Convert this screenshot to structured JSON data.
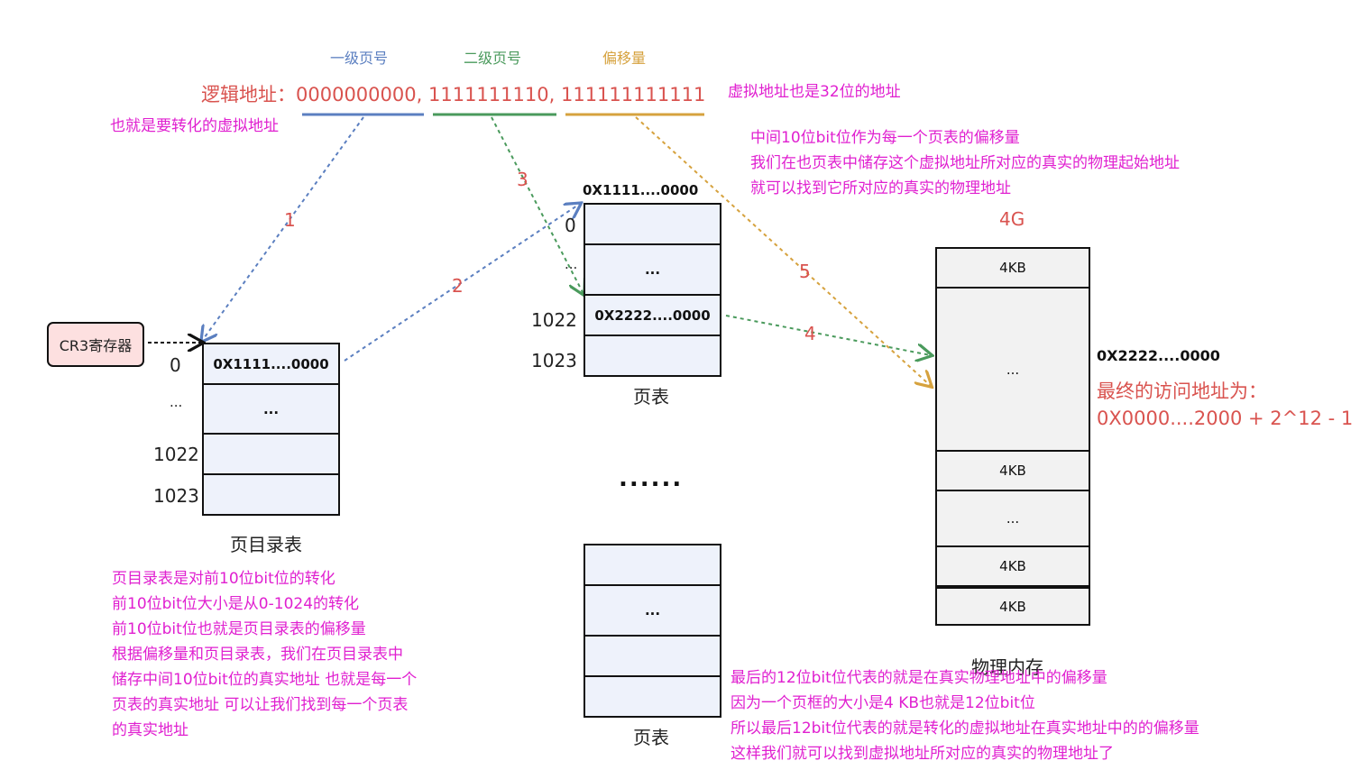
{
  "header": {
    "level1_label": "一级页号",
    "level2_label": "二级页号",
    "offset_label": "偏移量"
  },
  "logical_address": {
    "prefix": "逻辑地址：",
    "part1": "0000000000,",
    "part2": "1111111110,",
    "part3": "111111111111",
    "note_32bit": "虚拟地址也是32位的地址",
    "note_virtual": "也就是要转化的虚拟地址"
  },
  "middle_note": [
    "中间10位bit位作为每一个页表的偏移量",
    "我们在也页表中储存这个虚拟地址所对应的真实的物理起始地址",
    "就可以找到它所对应的真实的物理地址"
  ],
  "cr3": {
    "label": "CR3寄存器"
  },
  "page_directory": {
    "title": "页目录表",
    "indices": [
      "0",
      "...",
      "1022",
      "1023"
    ],
    "cells": [
      "0X1111....0000",
      "...",
      "",
      ""
    ]
  },
  "page_table_1": {
    "title": "页表",
    "base_address": "0X1111....0000",
    "indices": [
      "0",
      "...",
      "1022",
      "1023"
    ],
    "cells": [
      "",
      "...",
      "0X2222....0000",
      ""
    ]
  },
  "ellipsis": "......",
  "page_table_2": {
    "title": "页表",
    "cells": [
      "",
      "...",
      "",
      ""
    ]
  },
  "physical_memory": {
    "title": "物理内存",
    "top_label": "4G",
    "blocks": [
      "4KB",
      "...",
      "4KB",
      "...",
      "4KB",
      "4KB"
    ],
    "address_label": "0X2222....0000",
    "final_label": "最终的访问地址为：",
    "final_value": "0X0000....2000 + 2^12 - 1"
  },
  "arrows": {
    "a1": "1",
    "a2": "2",
    "a3": "3",
    "a4": "4",
    "a5": "5"
  },
  "page_dir_note": [
    "页目录表是对前10位bit位的转化",
    "前10位bit位大小是从0-1024的转化",
    "前10位bit位也就是页目录表的偏移量",
    "根据偏移量和页目录表，我们在页目录表中",
    "储存中间10位bit位的真实地址 也就是每一个",
    "页表的真实地址 可以让我们找到每一个页表",
    "的真实地址"
  ],
  "offset_note": [
    "最后的12位bit位代表的就是在真实物理地址中的偏移量",
    "因为一个页框的大小是4 KB也就是12位bit位",
    "所以最后12bit位代表的就是转化的虚拟地址在真实地址中的的偏移量",
    "这样我们就可以找到虚拟地址所对应的真实的物理地址了"
  ],
  "colors": {
    "blue": "#5b7fc0",
    "green": "#4a9a5c",
    "yellow": "#d6a23e",
    "red": "#d9534f",
    "magenta": "#e020d0",
    "cell_fill": "#eef2fb",
    "cr3_fill": "#fde0e0"
  }
}
